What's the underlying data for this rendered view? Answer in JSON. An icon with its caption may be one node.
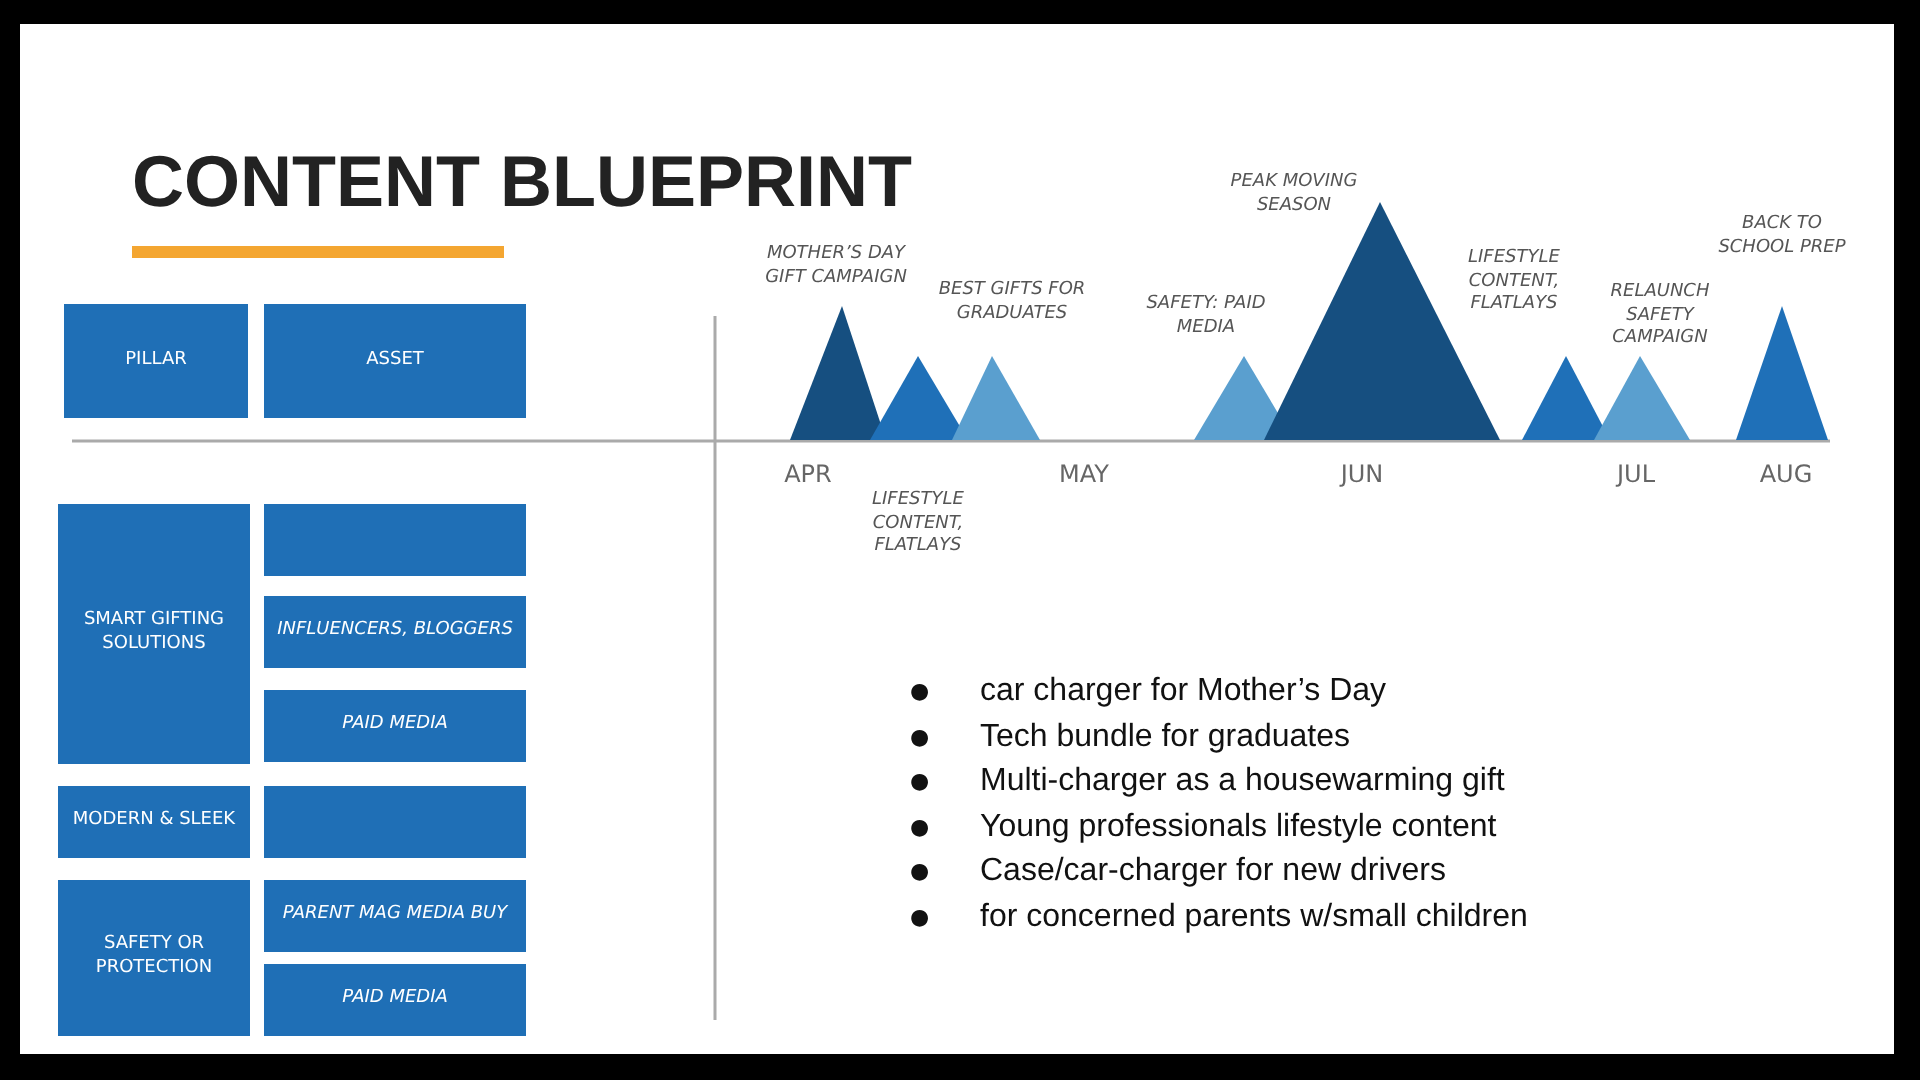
{
  "diagram": {
    "title": "CONTENT BLUEPRINT",
    "nodes": [
      {
        "text": [
          "PILLAR"
        ]
      },
      {
        "text": [
          "ASSET"
        ]
      },
      {
        "text": [
          "SMART GIFTING SOLUTIONS"
        ]
      },
      {
        "text": [],
        "shape": "box"
      },
      {
        "text": [
          "INFLUENCERS, BLOGGERS"
        ]
      },
      {
        "text": [
          "PAID MEDIA"
        ]
      },
      {
        "text": [
          "MODERN & SLEEK"
        ]
      },
      {
        "text": [],
        "shape": "box"
      },
      {
        "text": [
          "SAFETY OR PROTECTION"
        ]
      },
      {
        "text": [
          "PARENT MAG MEDIA BUY"
        ]
      },
      {
        "text": [
          "PAID MEDIA"
        ]
      },
      {
        "text": [],
        "shape": "triangle"
      },
      {
        "text": [],
        "shape": "triangle"
      },
      {
        "text": [],
        "shape": "triangle"
      },
      {
        "text": [],
        "shape": "triangle"
      },
      {
        "text": [],
        "shape": "triangle"
      },
      {
        "text": [],
        "shape": "triangle"
      },
      {
        "text": [],
        "shape": "triangle"
      },
      {
        "text": [],
        "shape": "triangle"
      }
    ],
    "labels": [
      "PEAK MOVING SEASON",
      "BACK TO SCHOOL PREP",
      "MOTHER’S DAY GIFT CAMPAIGN",
      "LIFESTYLE CONTENT, FLATLAYS",
      "BEST GIFTS FOR GRADUATES",
      "RELAUNCH SAFETY CAMPAIGN",
      "SAFETY: PAID MEDIA",
      "APR",
      "MAY",
      "JUN",
      "JUL",
      "AUG",
      "LIFESTYLE CONTENT, FLATLAYS",
      "●",
      "car charger for Mother’s Day",
      "●",
      "Tech bundle for graduates",
      "●",
      "Multi-charger as a housewarming gift",
      "●",
      "Young professionals lifestyle content",
      "●",
      "Case/car-charger for new drivers",
      "●",
      "for concerned parents w/small children"
    ]
  }
}
